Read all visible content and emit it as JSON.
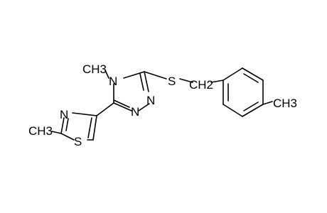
{
  "molecule": {
    "atoms": {
      "methyl_n4": "CH3",
      "n4": "N",
      "n2": "N",
      "n1": "N",
      "s_thioether": "S",
      "ch2": "CH2",
      "methyl_tolyl": "CH3",
      "n_thiazole": "N",
      "s_thiazole": "S",
      "methyl_thiazole": "CH3"
    }
  }
}
